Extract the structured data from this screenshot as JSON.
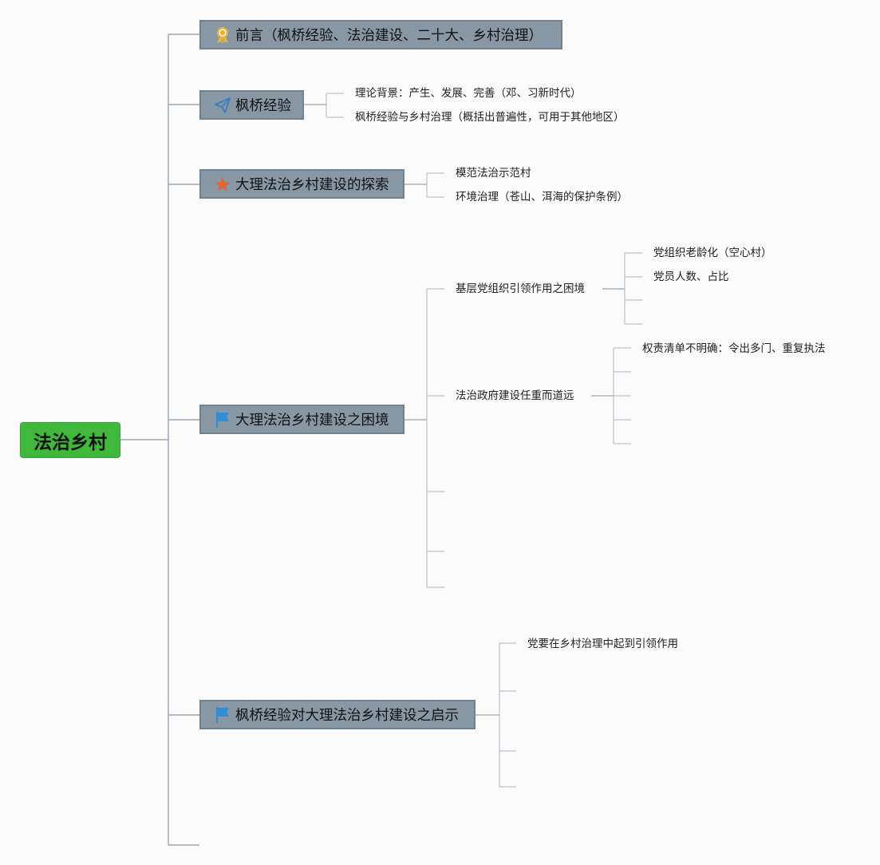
{
  "root": {
    "label": "法治乡村"
  },
  "branches": [
    {
      "label": "前言（枫桥经验、法治建设、二十大、乡村治理）",
      "icon": "ribbon-award-icon",
      "children": []
    },
    {
      "label": "枫桥经验",
      "icon": "paper-plane-icon",
      "children": [
        {
          "label": "理论背景：产生、发展、完善（邓、习新时代）"
        },
        {
          "label": "枫桥经验与乡村治理（概括出普遍性，可用于其他地区）"
        }
      ]
    },
    {
      "label": "大理法治乡村建设的探索",
      "icon": "star-icon",
      "children": [
        {
          "label": "模范法治示范村"
        },
        {
          "label": "环境治理（苍山、洱海的保护条例）"
        }
      ]
    },
    {
      "label": "大理法治乡村建设之困境",
      "icon": "flag-icon",
      "children": [
        {
          "label": "基层党组织引领作用之困境",
          "children": [
            {
              "label": "党组织老龄化（空心村）"
            },
            {
              "label": "党员人数、占比"
            },
            {
              "label": ""
            },
            {
              "label": ""
            }
          ]
        },
        {
          "label": "法治政府建设任重而道远",
          "children": [
            {
              "label": "权责清单不明确：令出多门、重复执法"
            },
            {
              "label": ""
            },
            {
              "label": ""
            },
            {
              "label": ""
            },
            {
              "label": ""
            }
          ]
        },
        {
          "label": ""
        },
        {
          "label": ""
        },
        {
          "label": ""
        }
      ]
    },
    {
      "label": "枫桥经验对大理法治乡村建设之启示",
      "icon": "flag-icon",
      "children": [
        {
          "label": "党要在乡村治理中起到引领作用"
        },
        {
          "label": ""
        },
        {
          "label": ""
        },
        {
          "label": ""
        }
      ]
    },
    {
      "label": "",
      "icon": "",
      "children": []
    }
  ],
  "colors": {
    "root_fill": "#3fb83b",
    "topic_fill": "#8797a4",
    "topic_border": "#6f8290",
    "line_main": "#9aa6b2",
    "line_sub": "#aab4be",
    "ribbon": "#e3b341",
    "plane": "#3b7dc4",
    "star": "#e0663a",
    "flag": "#2e8fd6"
  }
}
